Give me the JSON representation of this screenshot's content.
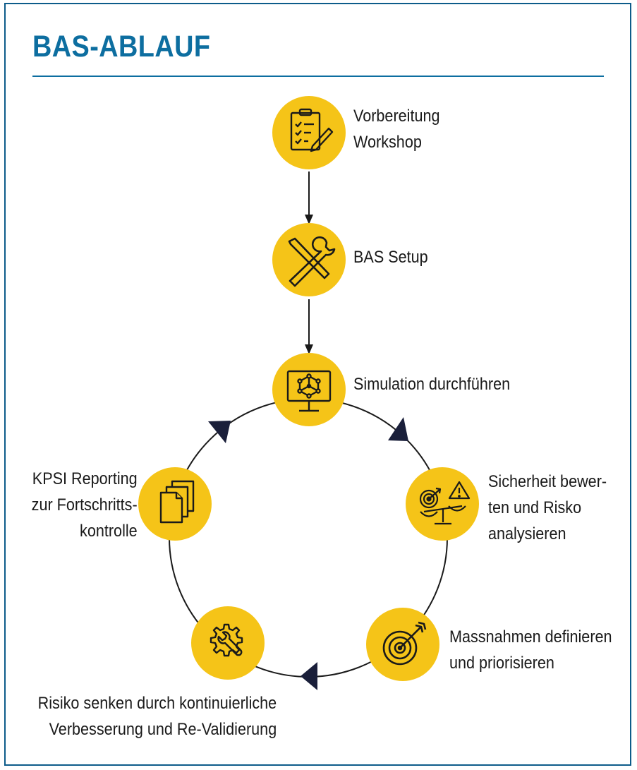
{
  "title": "BAS-ABLAUF",
  "colors": {
    "accent": "#0d6ea0",
    "node_fill": "#f5c418",
    "icon_stroke": "#1a1a1a",
    "connector": "#1a1a1a",
    "arrowhead": "#1a1f3a"
  },
  "steps": [
    {
      "id": "vorbereitung",
      "icon": "checklist-icon",
      "lines": [
        "Vorbereitung",
        "Workshop"
      ]
    },
    {
      "id": "setup",
      "icon": "tools-icon",
      "lines": [
        "BAS Setup"
      ]
    },
    {
      "id": "simulation",
      "icon": "monitor-network-icon",
      "lines": [
        "Simulation durchführen"
      ]
    },
    {
      "id": "sicherheit",
      "icon": "scale-risk-icon",
      "lines": [
        "Sicherheit bewer-",
        "ten und Risko",
        "analysieren"
      ]
    },
    {
      "id": "massnahmen",
      "icon": "target-icon",
      "lines": [
        "Massnahmen definieren",
        "und priorisieren"
      ]
    },
    {
      "id": "risiko",
      "icon": "gear-wrench-icon",
      "lines": [
        "Risiko senken durch kontinuierliche",
        "Verbesserung und Re-Validierung"
      ]
    },
    {
      "id": "kpsi",
      "icon": "documents-icon",
      "lines": [
        "KPSI Reporting",
        "zur Fortschritts-",
        "kontrolle"
      ]
    }
  ]
}
